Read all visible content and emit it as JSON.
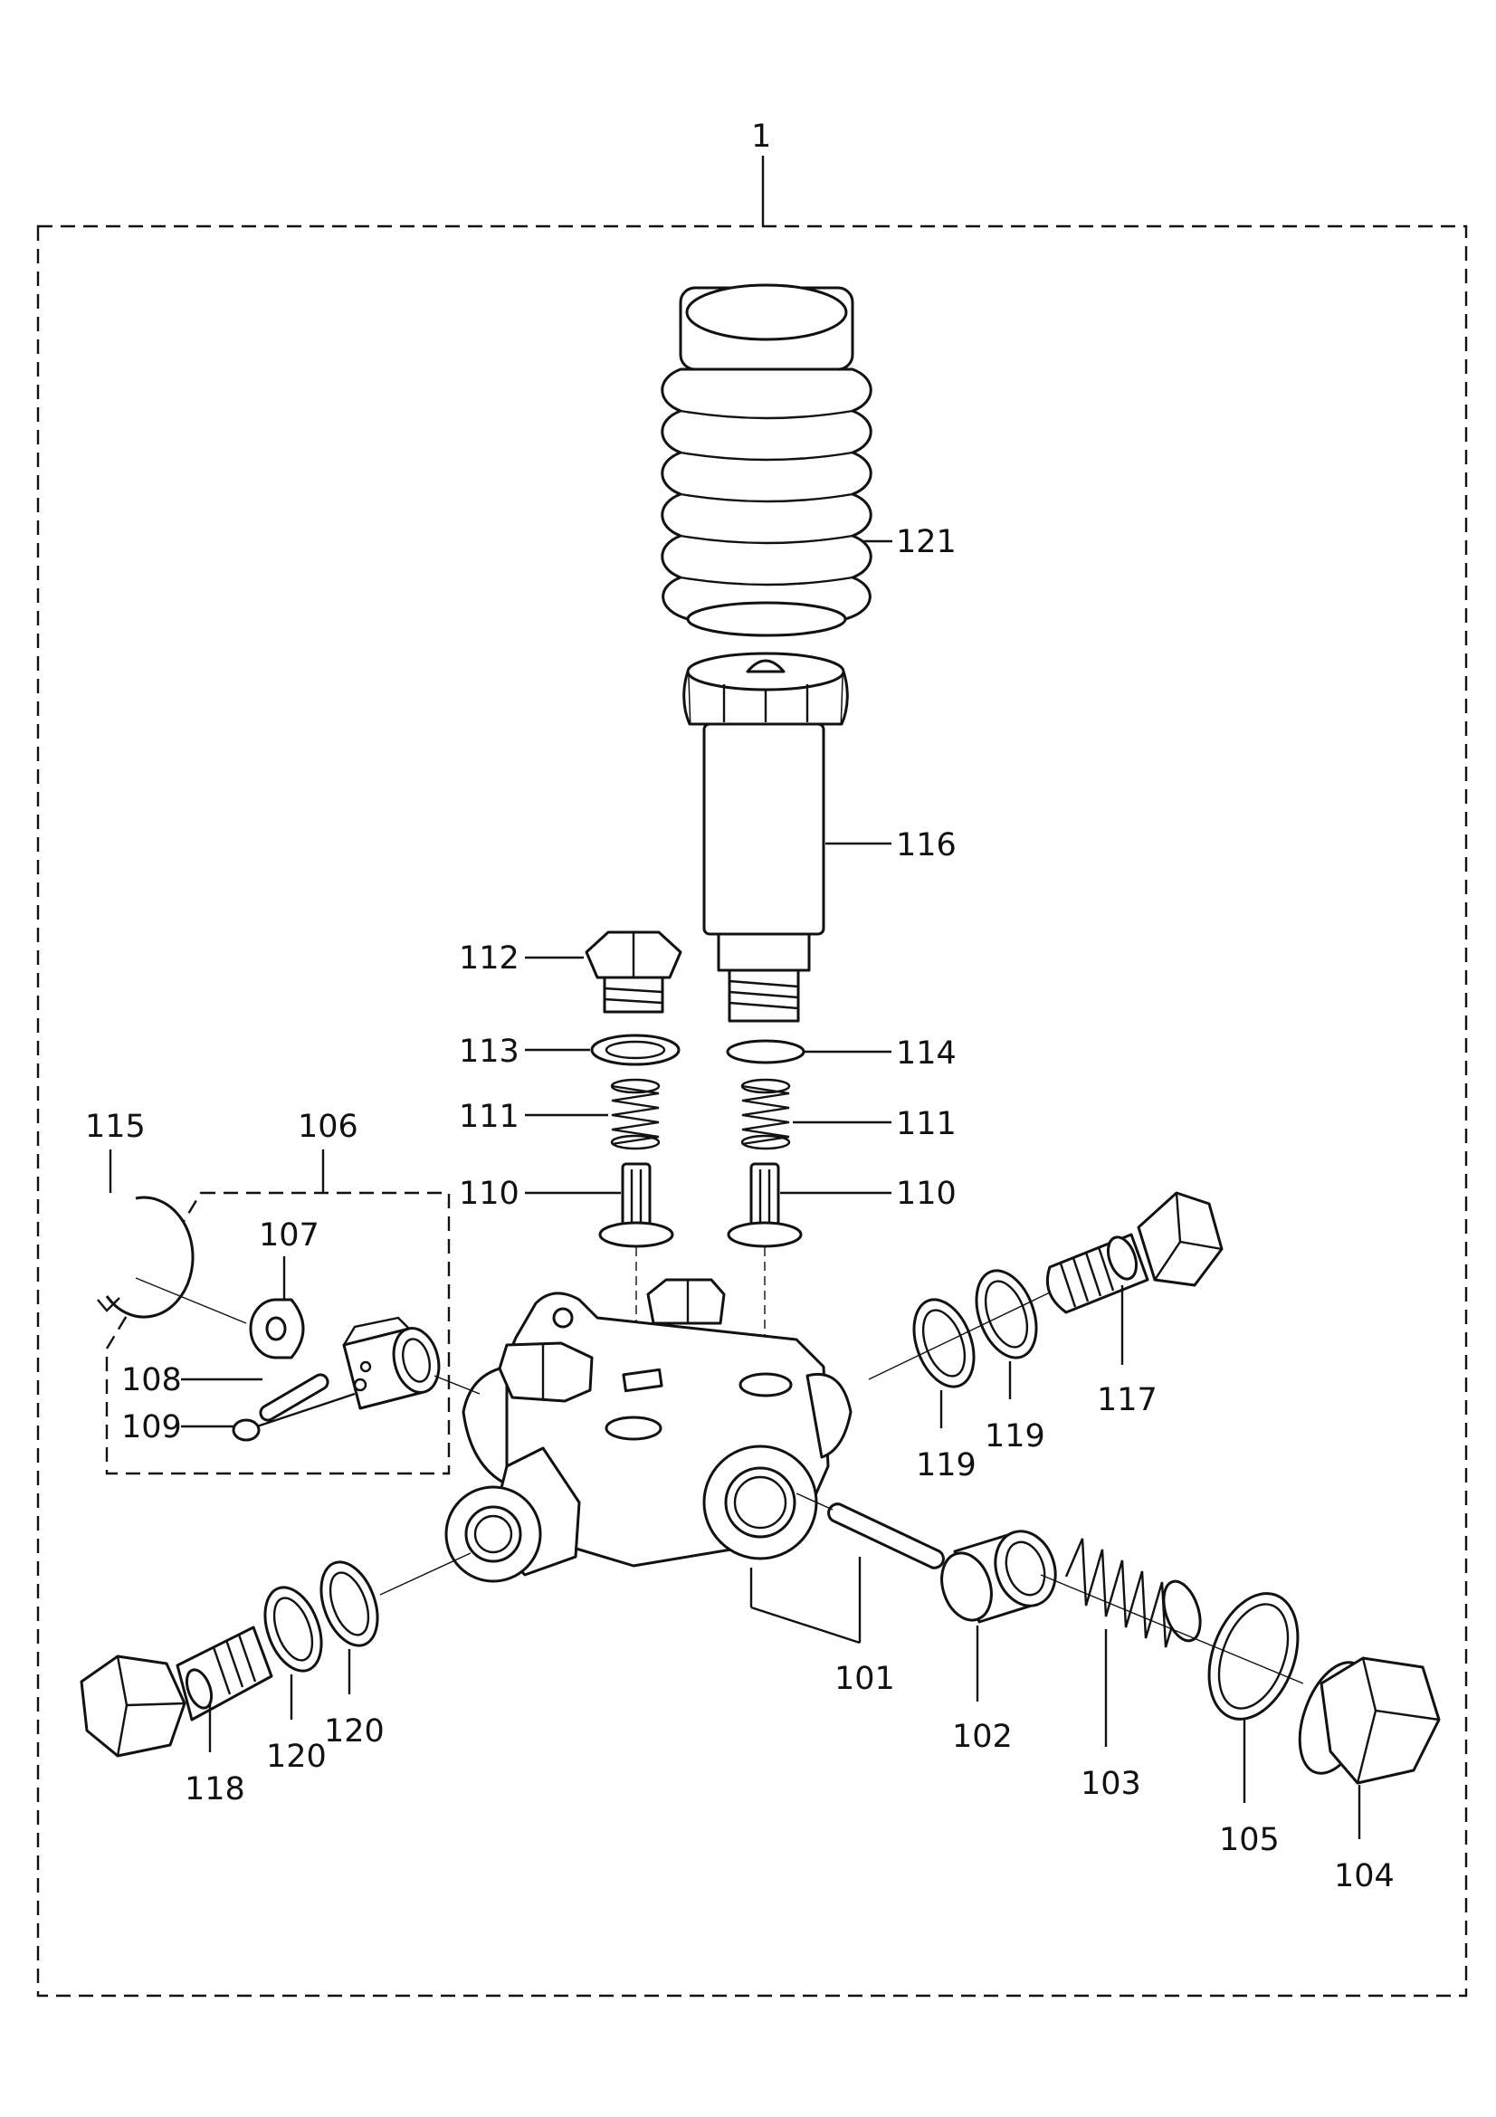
{
  "labels": {
    "assembly": "1",
    "p101": "101",
    "p102": "102",
    "p103": "103",
    "p104": "104",
    "p105": "105",
    "p106": "106",
    "p107": "107",
    "p108": "108",
    "p109": "109",
    "p110a": "110",
    "p110b": "110",
    "p111a": "111",
    "p111b": "111",
    "p112": "112",
    "p113": "113",
    "p114": "114",
    "p115": "115",
    "p116": "116",
    "p117": "117",
    "p118": "118",
    "p119a": "119",
    "p119b": "119",
    "p120a": "120",
    "p120b": "120",
    "p121": "121"
  },
  "colors": {
    "ink": "#111111",
    "paper": "#ffffff"
  }
}
